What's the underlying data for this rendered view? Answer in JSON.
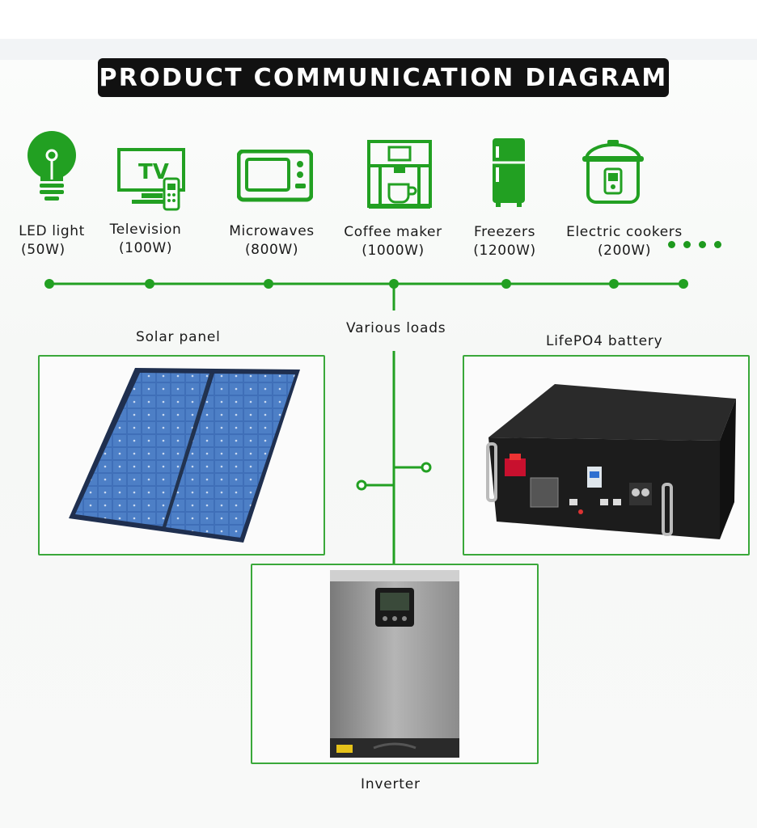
{
  "title": "PRODUCT COMMUNICATION DIAGRAM",
  "loads": [
    {
      "name": "LED light",
      "power": "(50W)",
      "icon": "led-bulb-icon"
    },
    {
      "name": "Television",
      "power": "(100W)",
      "icon": "tv-icon"
    },
    {
      "name": "Microwaves",
      "power": "(800W)",
      "icon": "microwave-icon"
    },
    {
      "name": "Coffee maker",
      "power": "(1000W)",
      "icon": "coffee-maker-icon"
    },
    {
      "name": "Freezers",
      "power": "(1200W)",
      "icon": "freezer-icon"
    },
    {
      "name": "Electric cookers",
      "power": "(200W)",
      "icon": "rice-cooker-icon"
    }
  ],
  "various_loads_label": "Various loads",
  "solar_label": "Solar panel",
  "battery_label": "LifePO4 battery",
  "inverter_label": "Inverter",
  "tv_icon_text": "TV",
  "colors": {
    "accent": "#22a022",
    "frame": "#3aa83a",
    "title_bg": "#111111"
  }
}
